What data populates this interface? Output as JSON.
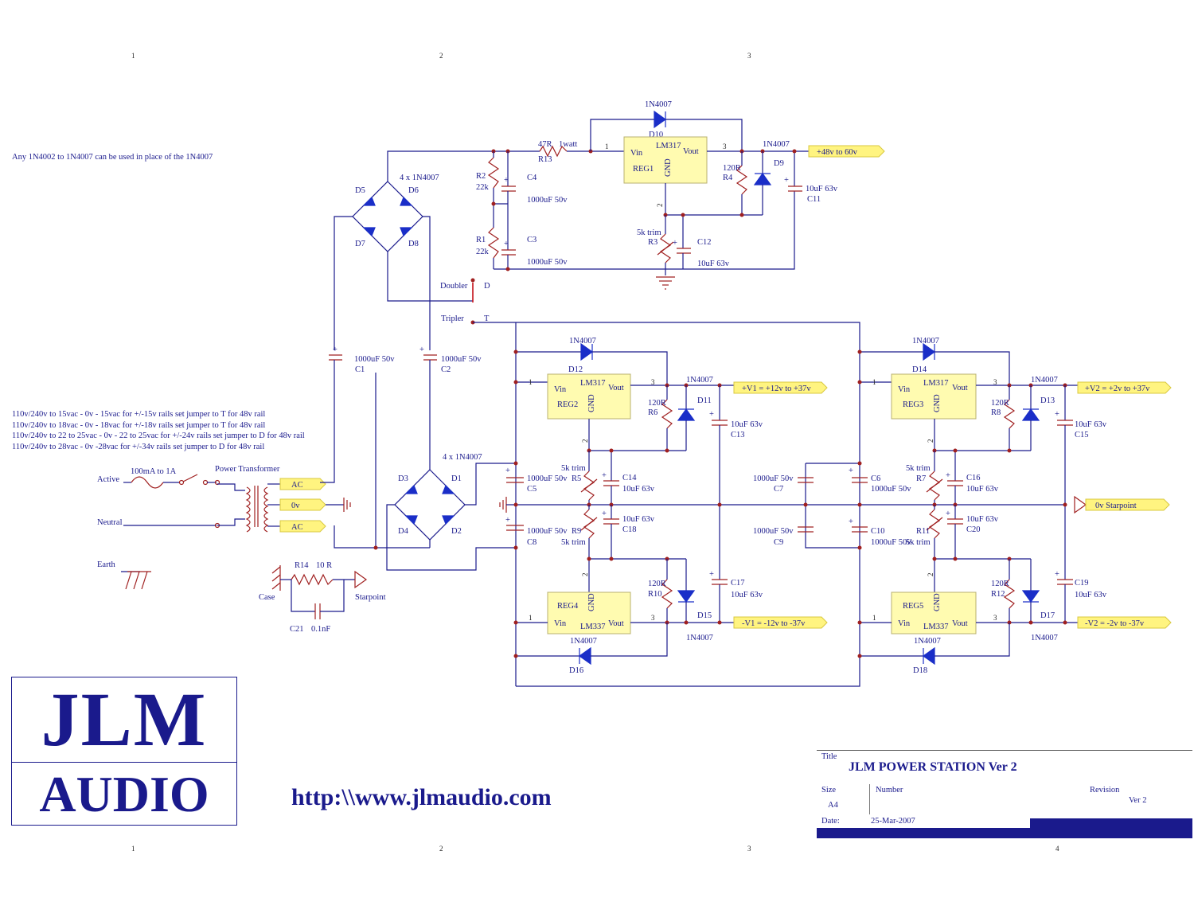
{
  "zones": {
    "top": [
      "1",
      "2",
      "3"
    ],
    "bottom": [
      "1",
      "2",
      "3",
      "4"
    ]
  },
  "note": "Any 1N4002 to 1N4007 can be used in place of the 1N4007",
  "transformer_notes": [
    "110v/240v to 15vac - 0v - 15vac for +/-15v rails set jumper to T for 48v rail",
    "110v/240v to 18vac - 0v - 18vac for +/-18v rails set jumper to T for 48v rail",
    "110v/240v to 22 to 25vac - 0v - 22 to 25vac for +/-24v rails set jumper to D for 48v rail",
    "110v/240v to 28vac - 0v -28vac for +/-34v rails set jumper to D for 48v rail"
  ],
  "input": {
    "active": "Active",
    "neutral": "Neutral",
    "earth": "Earth",
    "fuse": "100mA to 1A",
    "transformer": "Power Transformer",
    "ac1": "AC",
    "zero": "0v",
    "ac2": "AC"
  },
  "case": {
    "r14": "R14",
    "r14_val": "10 R",
    "case": "Case",
    "starpoint": "Starpoint",
    "c21": "C21",
    "c21_val": "0.1nF"
  },
  "bridge_top": {
    "label": "4 x 1N4007",
    "d5": "D5",
    "d6": "D6",
    "d7": "D7",
    "d8": "D8"
  },
  "bridge_bot": {
    "label": "4 x 1N4007",
    "d1": "D1",
    "d2": "D2",
    "d3": "D3",
    "d4": "D4"
  },
  "c1": {
    "val": "1000uF 50v",
    "ref": "C1"
  },
  "c2": {
    "val": "1000uF 50v",
    "ref": "C2"
  },
  "doubler": {
    "label": "Doubler",
    "d": "D",
    "tripler": "Tripler",
    "t": "T"
  },
  "rail48": {
    "r2": "R2",
    "r2v": "22k",
    "r1": "R1",
    "r1v": "22k",
    "c4": "C4",
    "c4v": "1000uF 50v",
    "c3": "C3",
    "c3v": "1000uF 50v",
    "r13v": "47R",
    "r13w": "1watt",
    "r13": "R13",
    "d10v": "1N4007",
    "d10": "D10",
    "reg_vin": "Vin",
    "reg_vout": "Vout",
    "reg_name": "LM317",
    "reg_ref": "REG1",
    "reg_gnd": "GND",
    "pin1": "1",
    "pin2": "2",
    "pin3": "3",
    "r4v": "120R",
    "r4": "R4",
    "d9v": "1N4007",
    "d9": "D9",
    "c11v": "10uF 63v",
    "c11": "C11",
    "r3v": "5k trim",
    "r3": "R3",
    "c12": "C12",
    "c12v": "10uF 63v",
    "out": "+48v to 60v"
  },
  "v1pos": {
    "d12v": "1N4007",
    "d12": "D12",
    "reg_name": "LM317",
    "reg_ref": "REG2",
    "reg_vin": "Vin",
    "reg_vout": "Vout",
    "reg_gnd": "GND",
    "pin1": "1",
    "pin2": "2",
    "pin3": "3",
    "r6v": "120R",
    "r6": "R6",
    "d11v": "1N4007",
    "d11": "D11",
    "c13v": "10uF 63v",
    "c13": "C13",
    "r5v": "5k trim",
    "r5": "R5",
    "c14": "C14",
    "c14v": "10uF 63v",
    "c5v": "1000uF 50v",
    "c5": "C5",
    "out": "+V1 = +12v to +37v"
  },
  "v1neg": {
    "d16v": "1N4007",
    "d16": "D16",
    "reg_name": "LM337",
    "reg_ref": "REG4",
    "reg_vin": "Vin",
    "reg_vout": "Vout",
    "reg_gnd": "GND",
    "pin1": "1",
    "pin2": "2",
    "pin3": "3",
    "r10v": "120R",
    "r10": "R10",
    "d15v": "1N4007",
    "d15": "D15",
    "c17v": "10uF 63v",
    "c17": "C17",
    "r9v": "5k trim",
    "r9": "R9",
    "c18": "C18",
    "c18v": "10uF 63v",
    "c8v": "1000uF 50v",
    "c8": "C8",
    "out": "-V1 = -12v to -37v"
  },
  "mid": {
    "c7v": "1000uF 50v",
    "c7": "C7",
    "c6v": "1000uF 50v",
    "c6": "C6",
    "c9v": "1000uF 50v",
    "c9": "C9",
    "c10v": "1000uF 50v",
    "c10": "C10",
    "starpoint": "0v Starpoint"
  },
  "v2pos": {
    "d14v": "1N4007",
    "d14": "D14",
    "reg_name": "LM317",
    "reg_ref": "REG3",
    "reg_vin": "Vin",
    "reg_vout": "Vout",
    "reg_gnd": "GND",
    "pin1": "1",
    "pin2": "2",
    "pin3": "3",
    "r8v": "120R",
    "r8": "R8",
    "d13v": "1N4007",
    "d13": "D13",
    "c15v": "10uF 63v",
    "c15": "C15",
    "r7v": "5k trim",
    "r7": "R7",
    "c16": "C16",
    "c16v": "10uF 63v",
    "out": "+V2 = +2v to +37v"
  },
  "v2neg": {
    "d18v": "1N4007",
    "d18": "D18",
    "reg_name": "LM337",
    "reg_ref": "REG5",
    "reg_vin": "Vin",
    "reg_vout": "Vout",
    "reg_gnd": "GND",
    "pin1": "1",
    "pin2": "2",
    "pin3": "3",
    "r12v": "120R",
    "r12": "R12",
    "d17v": "1N4007",
    "d17": "D17",
    "c19v": "10uF 63v",
    "c19": "C19",
    "r11v": "5k trim",
    "r11": "R11",
    "c20": "C20",
    "c20v": "10uF 63v",
    "out": "-V2 = -2v to -37v"
  },
  "logo": {
    "line1": "JLM",
    "line2": "AUDIO"
  },
  "url": "http:\\\\www.jlmaudio.com",
  "title_block": {
    "title_label": "Title",
    "title": "JLM POWER STATION Ver 2",
    "size_label": "Size",
    "size": "A4",
    "number_label": "Number",
    "revision_label": "Revision",
    "revision": "Ver 2",
    "date_label": "Date:",
    "date": "25-Mar-2007"
  },
  "colors": {
    "ink": "#1a1a8c",
    "part": "#a02020",
    "diode": "#1a2ec8",
    "regulator": "#fffbb0",
    "rail_tag": "#fff480"
  }
}
